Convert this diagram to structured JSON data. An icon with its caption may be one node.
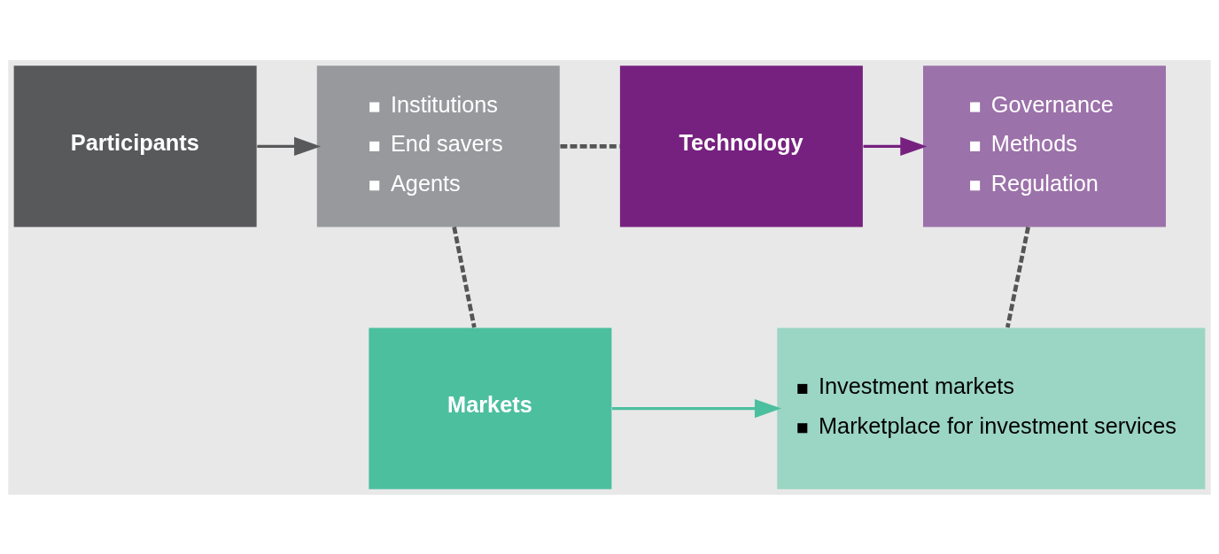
{
  "diagram": {
    "nodes": [
      {
        "text": [
          "Participants"
        ]
      },
      {
        "text": [
          "Institutions",
          "End savers",
          "Agents"
        ]
      },
      {
        "text": [
          "Technology"
        ]
      },
      {
        "text": [
          "Governance",
          "Methods",
          "Regulation"
        ]
      },
      {
        "text": [
          "Markets"
        ]
      },
      {
        "text": [
          "Investment markets",
          "Marketplace for investment services"
        ]
      }
    ],
    "edges": [
      {
        "from": 0,
        "to": 1,
        "arrow": "to",
        "color": "#58595b"
      },
      {
        "from": 2,
        "to": 3,
        "arrow": "to",
        "color": "#76217f"
      },
      {
        "from": 4,
        "to": 5,
        "arrow": "to",
        "color": "#4cbf9f"
      },
      {
        "from": 1,
        "to": 2,
        "arrow": "none",
        "style": "dashed"
      },
      {
        "from": 1,
        "to": 4,
        "arrow": "none",
        "style": "dashed"
      },
      {
        "from": 3,
        "to": 5,
        "arrow": "none",
        "style": "dashed"
      }
    ]
  }
}
